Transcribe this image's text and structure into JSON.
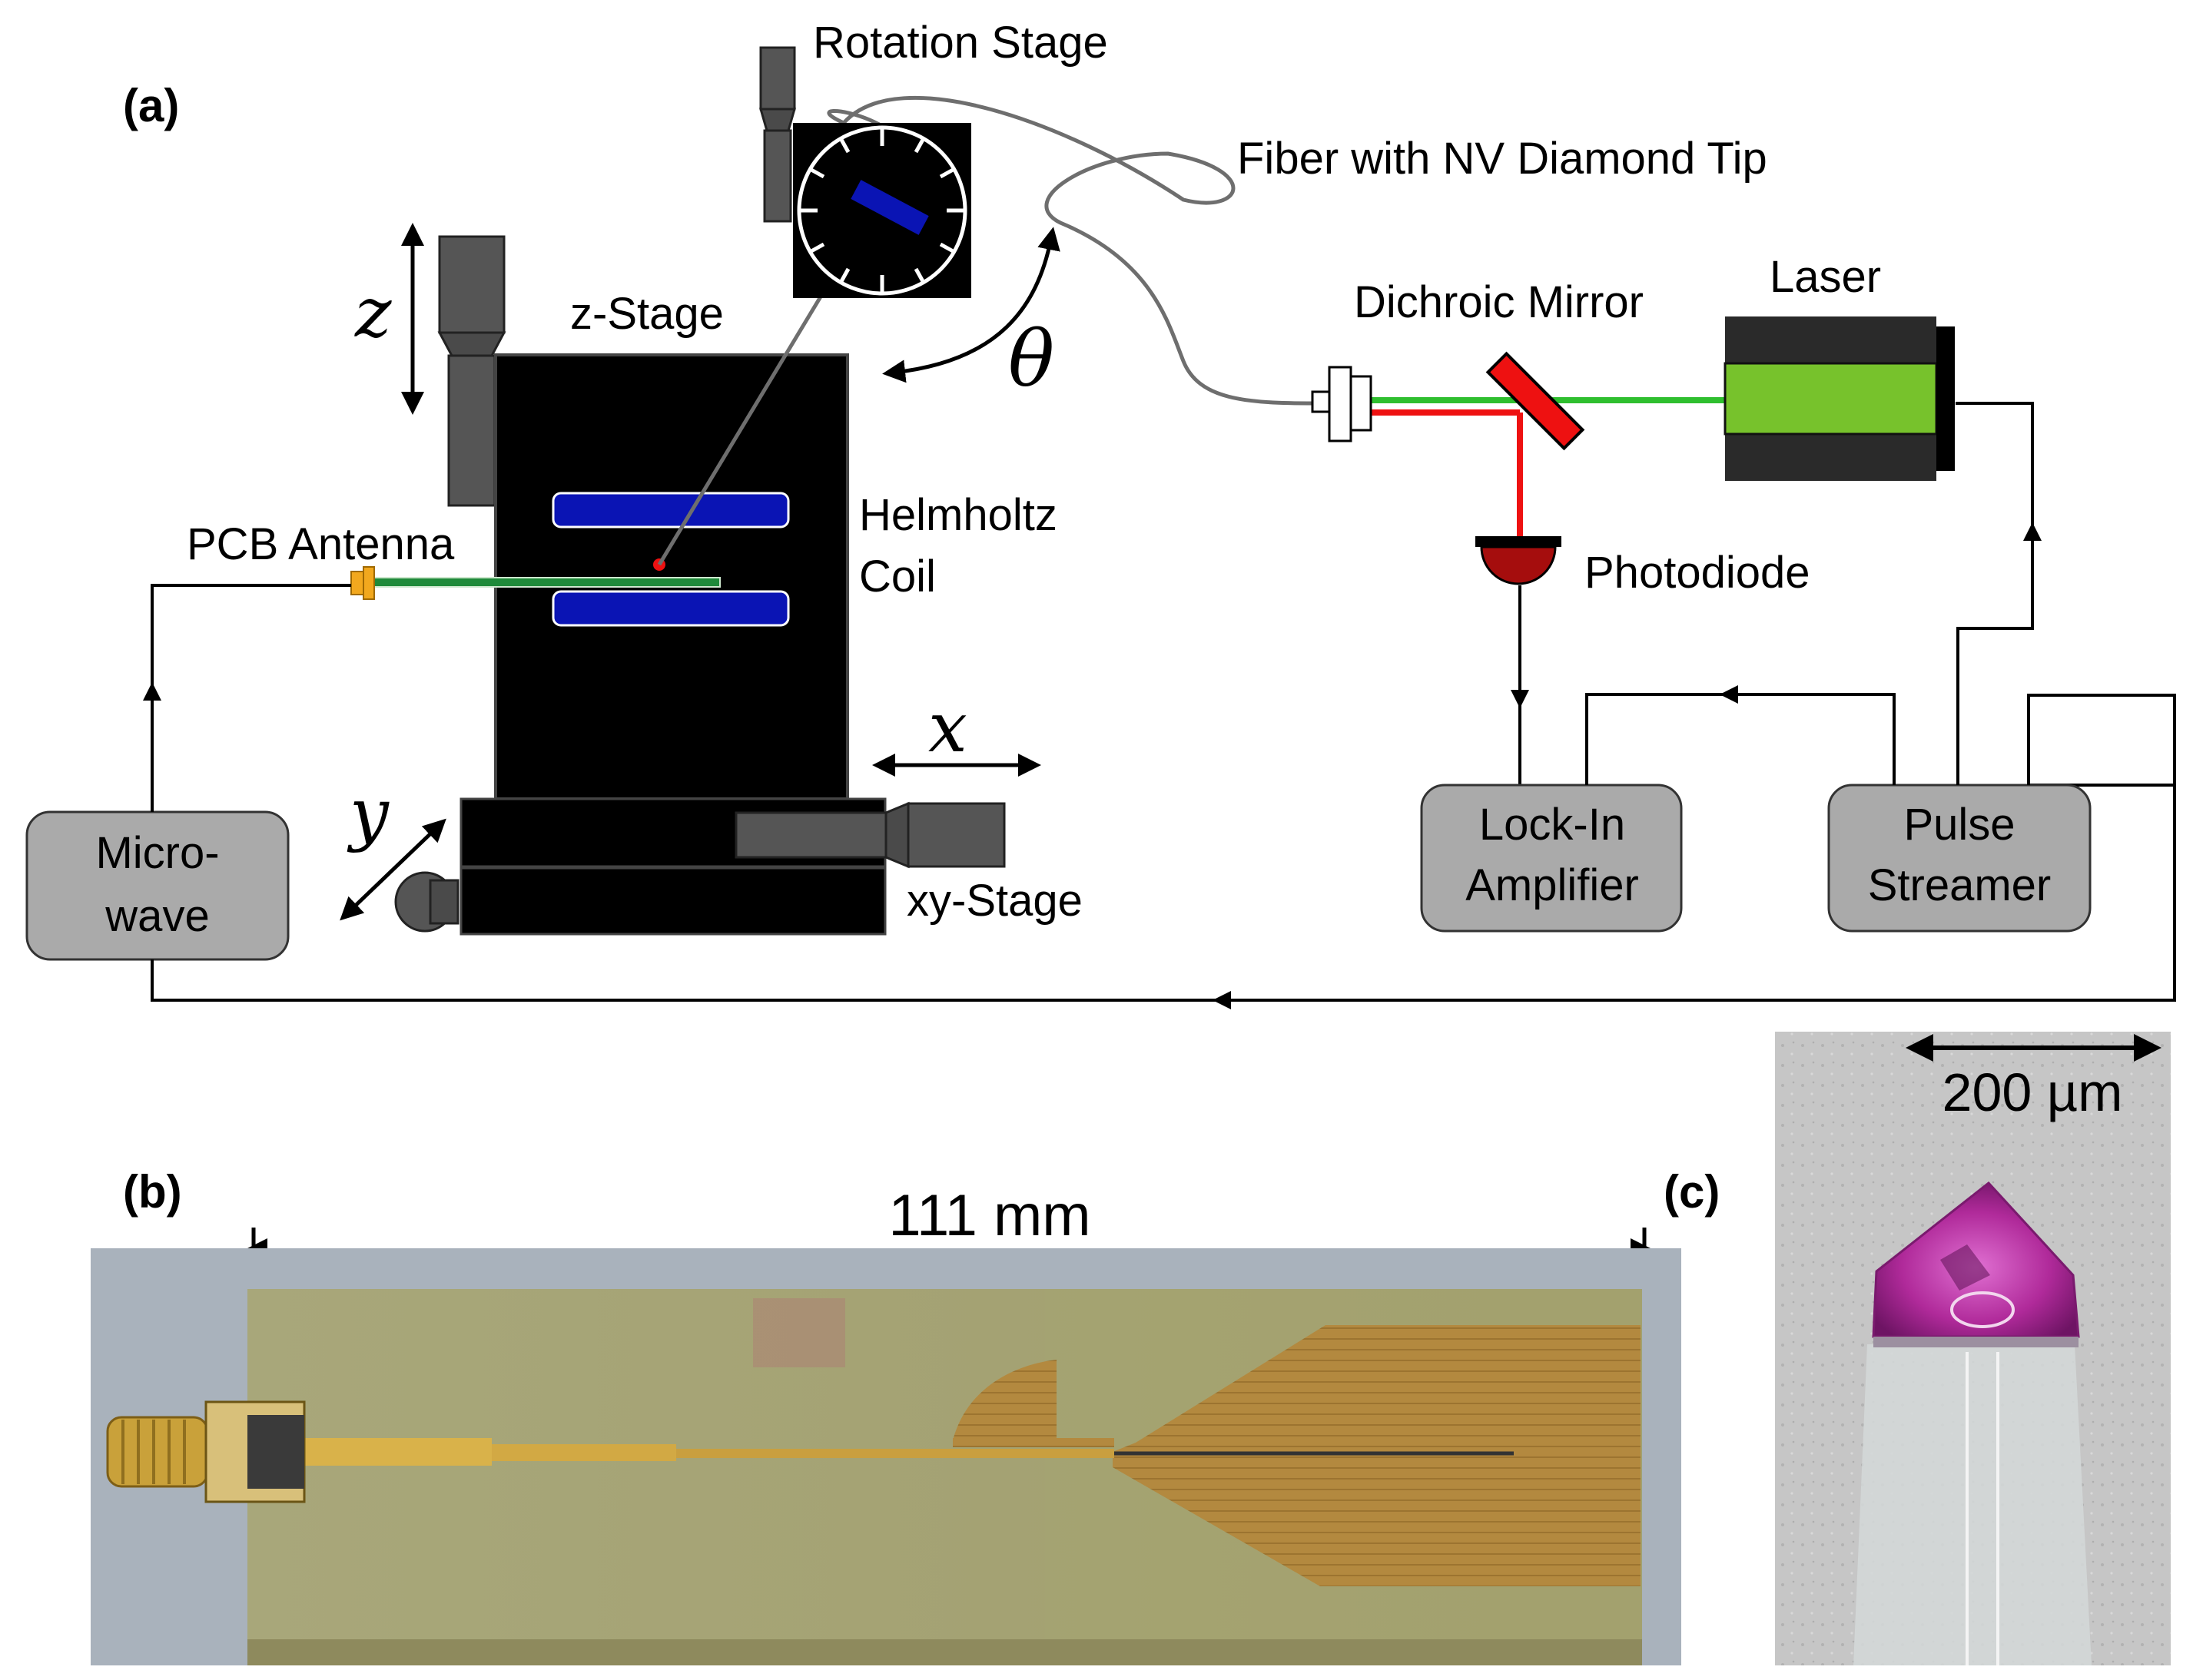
{
  "panels": {
    "a": "(a)",
    "b": "(b)",
    "c": "(c)"
  },
  "labels": {
    "rotation_stage": "Rotation Stage",
    "fiber": "Fiber with NV Diamond Tip",
    "z_stage": "z-Stage",
    "dichroic": "Dichroic Mirror",
    "laser": "Laser",
    "helmholtz_1": "Helmholtz",
    "helmholtz_2": "Coil",
    "pcb_antenna": "PCB Antenna",
    "photodiode": "Photodiode",
    "xy_stage": "xy-Stage"
  },
  "axes": {
    "x": "x",
    "y": "y",
    "z": "z",
    "theta": "θ"
  },
  "boxes": {
    "microwave_1": "Micro-",
    "microwave_2": "wave",
    "lockin_1": "Lock-In",
    "lockin_2": "Amplifier",
    "pulse_1": "Pulse",
    "pulse_2": "Streamer"
  },
  "scales": {
    "pcb": "111 mm",
    "tip": "200 µm"
  },
  "colors": {
    "laser_green": "#2fbf2f",
    "fluor_red": "#ee1111",
    "coil_blue": "#0a14b4",
    "antenna_green": "#1f8a3a",
    "connector_orange": "#f2a81e",
    "box_gray": "#aaaaaa",
    "diamond_magenta": "#b02a9a",
    "pcb_copper": "#b3893f"
  }
}
